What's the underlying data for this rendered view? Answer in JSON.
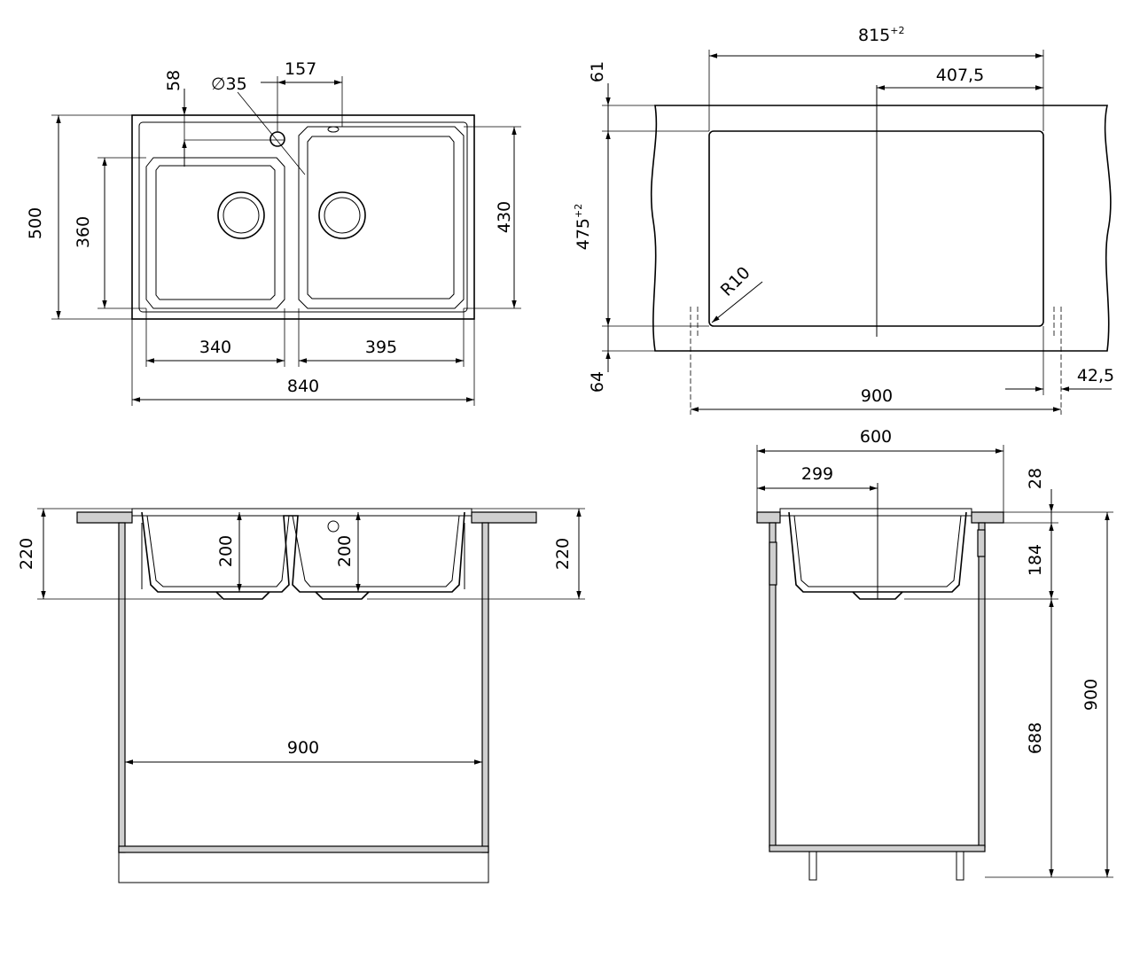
{
  "top_view": {
    "overall_width": "840",
    "overall_depth": "500",
    "left_bowl_width": "340",
    "left_bowl_depth": "360",
    "right_bowl_width": "395",
    "right_bowl_depth": "430",
    "offset_58": "58",
    "hole_diameter": "∅35",
    "offset_157": "157"
  },
  "cutout_view": {
    "cutout_width": "815",
    "cutout_width_tol": "+2",
    "half_width": "407,5",
    "cutout_depth": "475",
    "cutout_depth_tol": "+2",
    "front_offset": "61",
    "back_offset": "64",
    "corner_radius": "R10",
    "cabinet_width": "900",
    "side_offset": "42,5"
  },
  "front_section": {
    "height_left": "220",
    "height_right": "220",
    "bowl_depth_left": "200",
    "bowl_depth_right": "200",
    "cabinet_width": "900"
  },
  "side_section": {
    "cabinet_depth": "600",
    "drain_offset": "299",
    "top_thickness": "28",
    "bowl_height": "184",
    "cabinet_height": "688",
    "total_height": "900"
  }
}
